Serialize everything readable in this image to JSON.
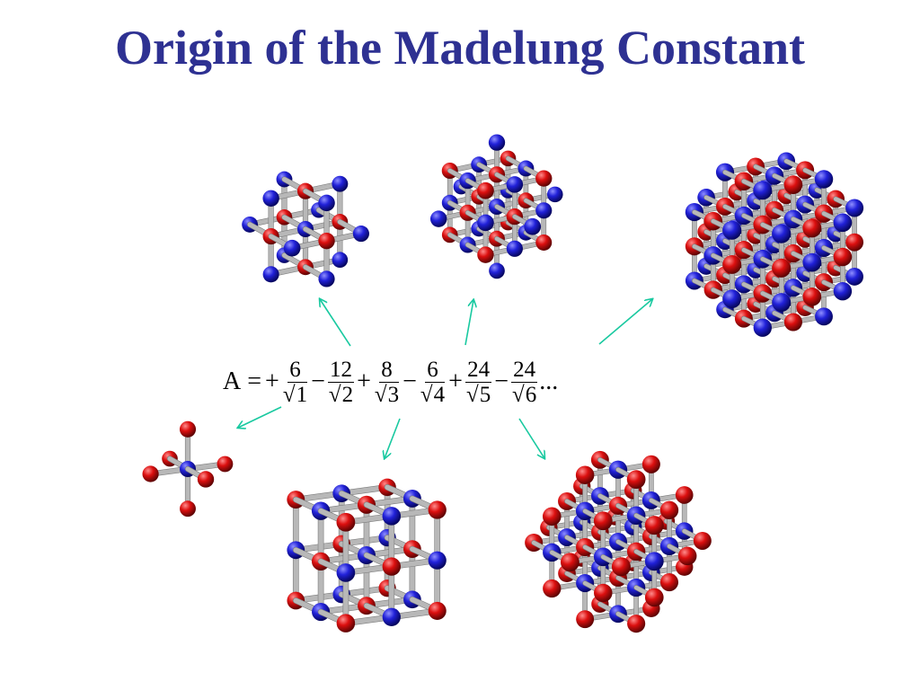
{
  "title": "Origin of the Madelung Constant",
  "formula": {
    "lhs": "A",
    "equals": "=",
    "terms": [
      {
        "sign": "+",
        "numerator": "6",
        "radicand": "1"
      },
      {
        "sign": "−",
        "numerator": "12",
        "radicand": "2"
      },
      {
        "sign": "+",
        "numerator": "8",
        "radicand": "3"
      },
      {
        "sign": "−",
        "numerator": "6",
        "radicand": "4"
      },
      {
        "sign": "+",
        "numerator": "24",
        "radicand": "5"
      },
      {
        "sign": "−",
        "numerator": "24",
        "radicand": "6"
      }
    ],
    "ellipsis": "...",
    "radical_symbol": "√"
  },
  "colors": {
    "title": "#2e3192",
    "cation": "#1f1fcf",
    "anion": "#d90f0f",
    "bond": "#b8b8b8",
    "arrow": "#19c9a0"
  },
  "clusters": [
    {
      "id": "octahedron",
      "description_shell": 1
    },
    {
      "id": "shell-2",
      "description_shell": 2
    },
    {
      "id": "shell-3",
      "description_shell": 3
    },
    {
      "id": "shell-4",
      "description_shell": 4
    },
    {
      "id": "shell-5",
      "description_shell": 5
    },
    {
      "id": "shell-6",
      "description_shell": 6
    }
  ]
}
